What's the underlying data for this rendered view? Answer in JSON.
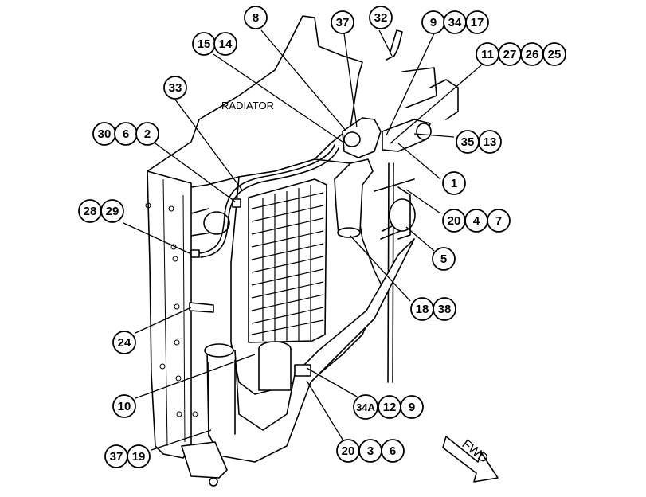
{
  "diagram": {
    "labels": {
      "radiator": "RADIATOR",
      "forward": "FWD"
    },
    "callouts": [
      {
        "id": "c8",
        "text": "8"
      },
      {
        "id": "c37a",
        "text": "37"
      },
      {
        "id": "c32",
        "text": "32"
      },
      {
        "id": "c9a",
        "text": "9"
      },
      {
        "id": "c34a",
        "text": "34"
      },
      {
        "id": "c17",
        "text": "17"
      },
      {
        "id": "c15",
        "text": "15"
      },
      {
        "id": "c14",
        "text": "14"
      },
      {
        "id": "c11",
        "text": "11"
      },
      {
        "id": "c27",
        "text": "27"
      },
      {
        "id": "c26",
        "text": "26"
      },
      {
        "id": "c25",
        "text": "25"
      },
      {
        "id": "c33",
        "text": "33"
      },
      {
        "id": "c35",
        "text": "35"
      },
      {
        "id": "c13",
        "text": "13"
      },
      {
        "id": "c30",
        "text": "30"
      },
      {
        "id": "c6a",
        "text": "6"
      },
      {
        "id": "c2",
        "text": "2"
      },
      {
        "id": "c1",
        "text": "1"
      },
      {
        "id": "c20a",
        "text": "20"
      },
      {
        "id": "c4",
        "text": "4"
      },
      {
        "id": "c7",
        "text": "7"
      },
      {
        "id": "c28",
        "text": "28"
      },
      {
        "id": "c29",
        "text": "29"
      },
      {
        "id": "c5",
        "text": "5"
      },
      {
        "id": "c18",
        "text": "18"
      },
      {
        "id": "c38",
        "text": "38"
      },
      {
        "id": "c24",
        "text": "24"
      },
      {
        "id": "c10",
        "text": "10"
      },
      {
        "id": "c34A",
        "text": "34A"
      },
      {
        "id": "c12",
        "text": "12"
      },
      {
        "id": "c9b",
        "text": "9"
      },
      {
        "id": "c20b",
        "text": "20"
      },
      {
        "id": "c3",
        "text": "3"
      },
      {
        "id": "c6b",
        "text": "6"
      },
      {
        "id": "c37b",
        "text": "37"
      },
      {
        "id": "c19",
        "text": "19"
      }
    ]
  }
}
